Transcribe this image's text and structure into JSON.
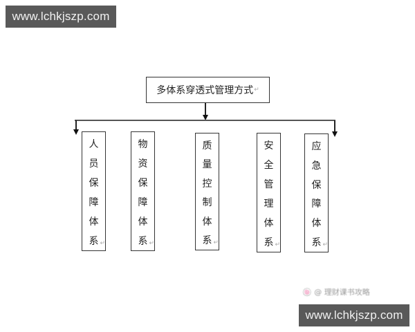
{
  "watermarks": {
    "top": "www.lchkjszp.com",
    "bottom": "www.lchkjszp.com"
  },
  "credit": "🍥 @ 理财课书攻略",
  "diagram": {
    "root": {
      "label": "多体系穿透式管理方式",
      "return_mark": "↵"
    },
    "children": [
      {
        "label": "人员保障体系",
        "chars": [
          "人",
          "员",
          "保",
          "障",
          "体",
          "系"
        ]
      },
      {
        "label": "物资保障体系",
        "chars": [
          "物",
          "资",
          "保",
          "障",
          "体",
          "系"
        ]
      },
      {
        "label": "质量控制体系",
        "chars": [
          "质",
          "量",
          "控",
          "制",
          "体",
          "系"
        ]
      },
      {
        "label": "安全管理体系",
        "chars": [
          "安",
          "全",
          "管",
          "理",
          "体",
          "系"
        ]
      },
      {
        "label": "应急保障体系",
        "chars": [
          "应",
          "急",
          "保",
          "障",
          "体",
          "系"
        ]
      }
    ],
    "return_mark": "↵",
    "colors": {
      "line": "#333333",
      "text": "#222222",
      "background": "#ffffff"
    }
  }
}
